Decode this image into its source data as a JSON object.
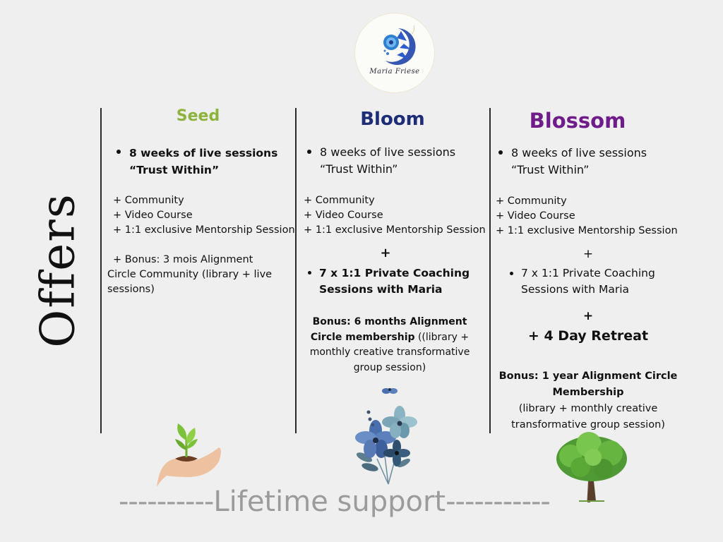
{
  "logo": {
    "name": "Maria Friese",
    "icon": "blue-mandala-crescent-moon"
  },
  "side_title": "Offers",
  "colors": {
    "seed": "#8cb43c",
    "bloom": "#1d2d78",
    "blossom": "#6f1b8a",
    "footer": "#9b9b9b",
    "background": "#efefef"
  },
  "columns": [
    {
      "title": "Seed",
      "main_bullet": [
        "8 weeks of live sessions",
        "“Trust Within”"
      ],
      "extras": [
        "+ Community",
        "+ Video Course",
        "+ 1:1 exclusive Mentorship Session"
      ],
      "bonus": [
        "+ Bonus:  3 mois Alignment",
        "Circle Community (library + live",
        "sessions)"
      ],
      "image": "hand-holding-seedling"
    },
    {
      "title": "Bloom",
      "main_bullet": [
        "8 weeks of live sessions",
        "“Trust Within”"
      ],
      "extras": [
        "+ Community",
        "+ Video Course",
        "+ 1:1 exclusive Mentorship Session"
      ],
      "plus": "+",
      "coaching_bullet": [
        "7 x 1:1 Private Coaching",
        "Sessions with Maria"
      ],
      "bonus_bold": [
        "Bonus:  6 months Alignment",
        "Circle membership"
      ],
      "bonus_rest": [
        " ((library +",
        "monthly creative transformative",
        "group session)"
      ],
      "image": "blue-watercolor-flowers"
    },
    {
      "title": "Blossom",
      "main_bullet": [
        "8 weeks of live sessions",
        "“Trust Within”"
      ],
      "extras": [
        "+ Community",
        "+ Video Course",
        "+ 1:1 exclusive Mentorship Session"
      ],
      "plus": "+",
      "coaching_bullet": [
        "7 x 1:1 Private Coaching",
        "Sessions with Maria"
      ],
      "plus2": "+",
      "retreat": "+ 4 Day Retreat",
      "bonus_bold": [
        "Bonus: 1 year Alignment Circle",
        "Membership"
      ],
      "bonus_rest": [
        "(library + monthly creative",
        "transformative group session)"
      ],
      "image": "green-tree"
    }
  ],
  "footer": {
    "left_dashes": "----------",
    "text": "Lifetime support",
    "right_dashes": "-----------"
  }
}
